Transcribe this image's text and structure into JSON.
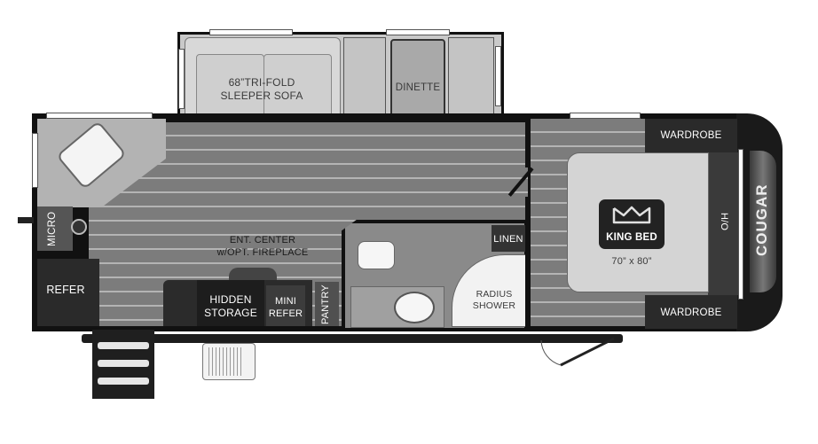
{
  "floorplan": {
    "brand_logo": "COUGAR",
    "rooms": {
      "sofa": {
        "line1": "68”TRI-FOLD",
        "line2": "SLEEPER SOFA"
      },
      "dinette": "DINETTE",
      "micro": "MICRO",
      "refer": "REFER",
      "ent_center": {
        "line1": "ENT. CENTER",
        "line2": "w/OPT. FIREPLACE"
      },
      "hidden_storage": {
        "line1": "HIDDEN",
        "line2": "STORAGE"
      },
      "mini_refer": {
        "line1": "MINI",
        "line2": "REFER"
      },
      "pantry": "PANTRY",
      "linen": "LINEN",
      "shower": {
        "line1": "RADIUS",
        "line2": "SHOWER"
      },
      "wardrobe_top": "WARDROBE",
      "wardrobe_bottom": "WARDROBE",
      "king_bed": {
        "label": "KING BED",
        "size": "70” x 80”"
      },
      "ho": "H/O"
    },
    "icons": [
      "crown-icon",
      "recliner-icon",
      "toilet-icon",
      "sink-icon",
      "stove-icon",
      "entry-steps-icon",
      "door-swing-icon",
      "hatch-icon"
    ]
  }
}
